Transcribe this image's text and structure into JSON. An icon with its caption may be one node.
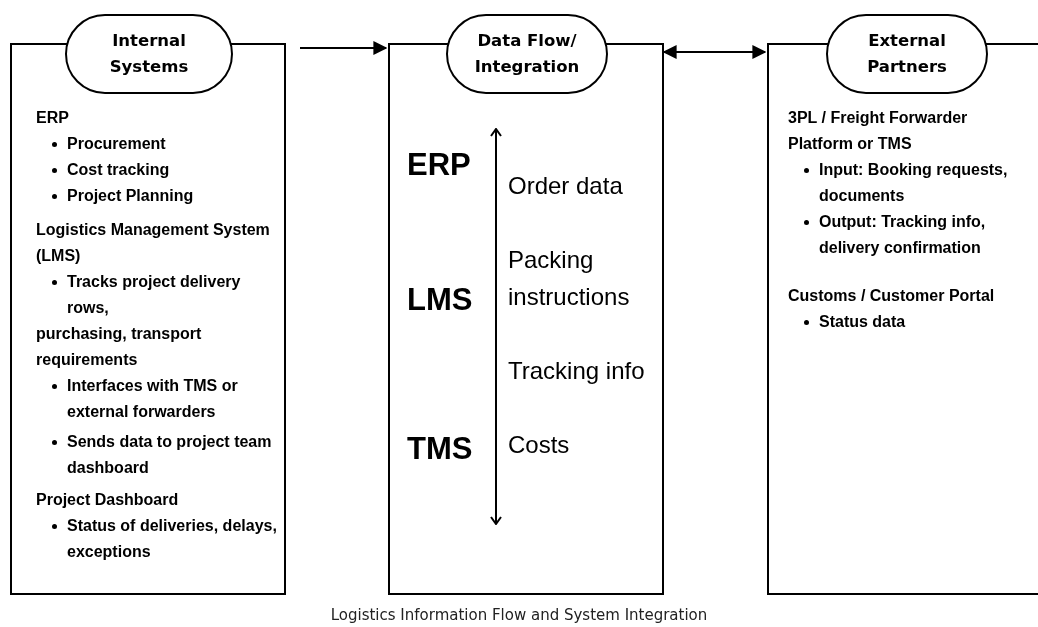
{
  "diagram": {
    "caption": "Logistics Information Flow and System Integration",
    "nodes": [
      {
        "text": [
          "Internal Systems",
          "ERP",
          "Procurement",
          "Cost tracking",
          "Project Planning",
          "Logistics Management System (LMS)",
          "Tracks project delivery rows,",
          "purchasing, transport requirements",
          "Interfaces with TMS or external forwarders",
          "Sends data to project team dashboard",
          "Project Dashboard",
          "Status of deliveries, delays, exceptions"
        ]
      },
      {
        "text": [
          "Data Flow/ Integration",
          "ERP",
          "LMS",
          "TMS",
          "Order data",
          "Packing instructions",
          "Tracking info",
          "Costs"
        ]
      },
      {
        "text": [
          "External Partners",
          "3PL / Freight Forwarder Platform or TMS",
          "Input: Booking requests, documents",
          "Output: Tracking info, delivery confirmation",
          "Customs / Customer Portal",
          "Status data"
        ]
      }
    ],
    "edges": [
      {
        "from": 0,
        "to": 1,
        "arrow": "to"
      },
      {
        "from": 1,
        "to": 2,
        "arrow": "both"
      }
    ]
  }
}
